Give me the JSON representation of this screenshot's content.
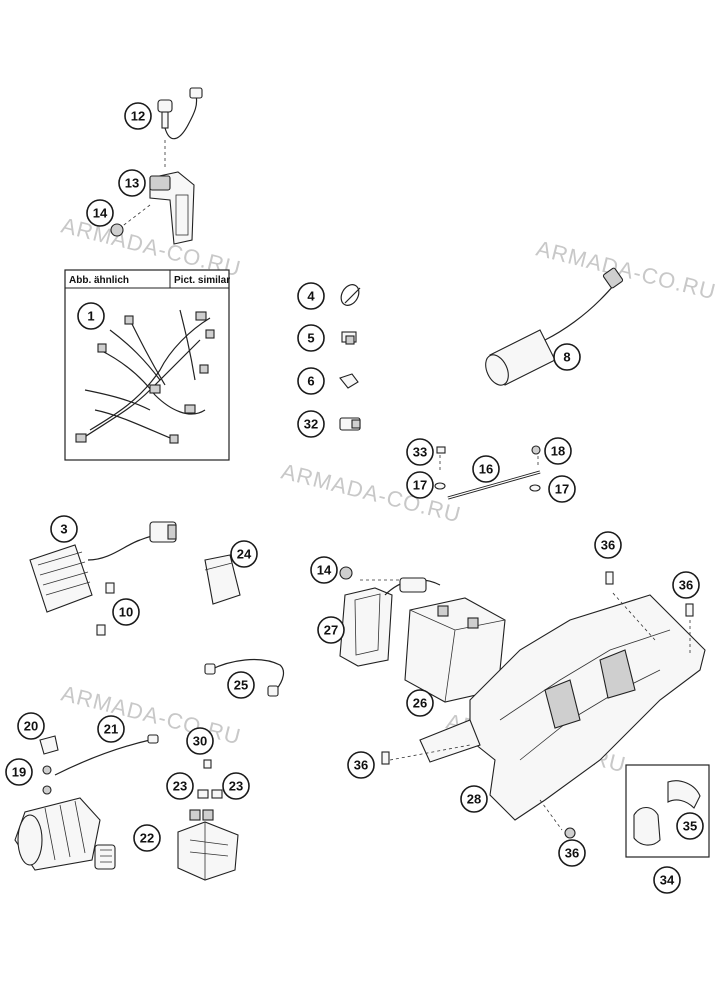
{
  "watermark": "ARMADA-CO.RU",
  "inset_box": {
    "label_left": "Abb. ähnlich",
    "label_right": "Pict. similar"
  },
  "callouts": [
    "12",
    "13",
    "14",
    "1",
    "4",
    "5",
    "6",
    "32",
    "8",
    "33",
    "18",
    "16",
    "17",
    "17",
    "3",
    "24",
    "10",
    "14",
    "36",
    "36",
    "27",
    "26",
    "25",
    "20",
    "21",
    "30",
    "19",
    "23",
    "23",
    "22",
    "36",
    "28",
    "35",
    "36",
    "34"
  ],
  "colors": {
    "line": "#222222",
    "watermark": "#c8c8c8"
  }
}
